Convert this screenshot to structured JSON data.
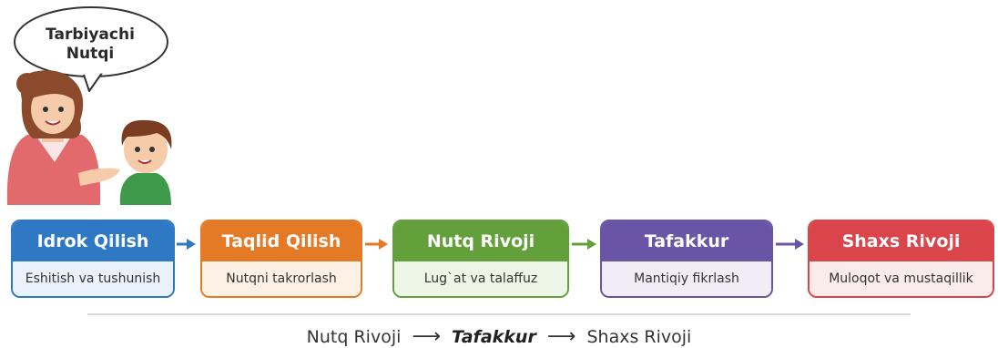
{
  "speech_bubble": {
    "line1": "Tarbiyachi",
    "line2": "Nutqi"
  },
  "steps": [
    {
      "title": "Idrok Qilish",
      "desc": "Eshitish va tushunish",
      "color": "#2f78c4",
      "light": "#e9f1fa"
    },
    {
      "title": "Taqlid Qilish",
      "desc": "Nutqni takrorlash",
      "color": "#e57a26",
      "light": "#fdf0e4"
    },
    {
      "title": "Nutq Rivoji",
      "desc": "Lug`at va talaffuz",
      "color": "#63a03c",
      "light": "#eef6e8"
    },
    {
      "title": "Tafakkur",
      "desc": "Mantiqiy fikrlash",
      "color": "#6a54a6",
      "light": "#f0edf7"
    },
    {
      "title": "Shaxs Rivoji",
      "desc": "Muloqot va mustaqillik",
      "color": "#d9454a",
      "light": "#fbecec"
    }
  ],
  "footer": {
    "part1": "Nutq Rivoji",
    "part2": "Tafakkur",
    "part3": "Shaxs Rivoji"
  }
}
